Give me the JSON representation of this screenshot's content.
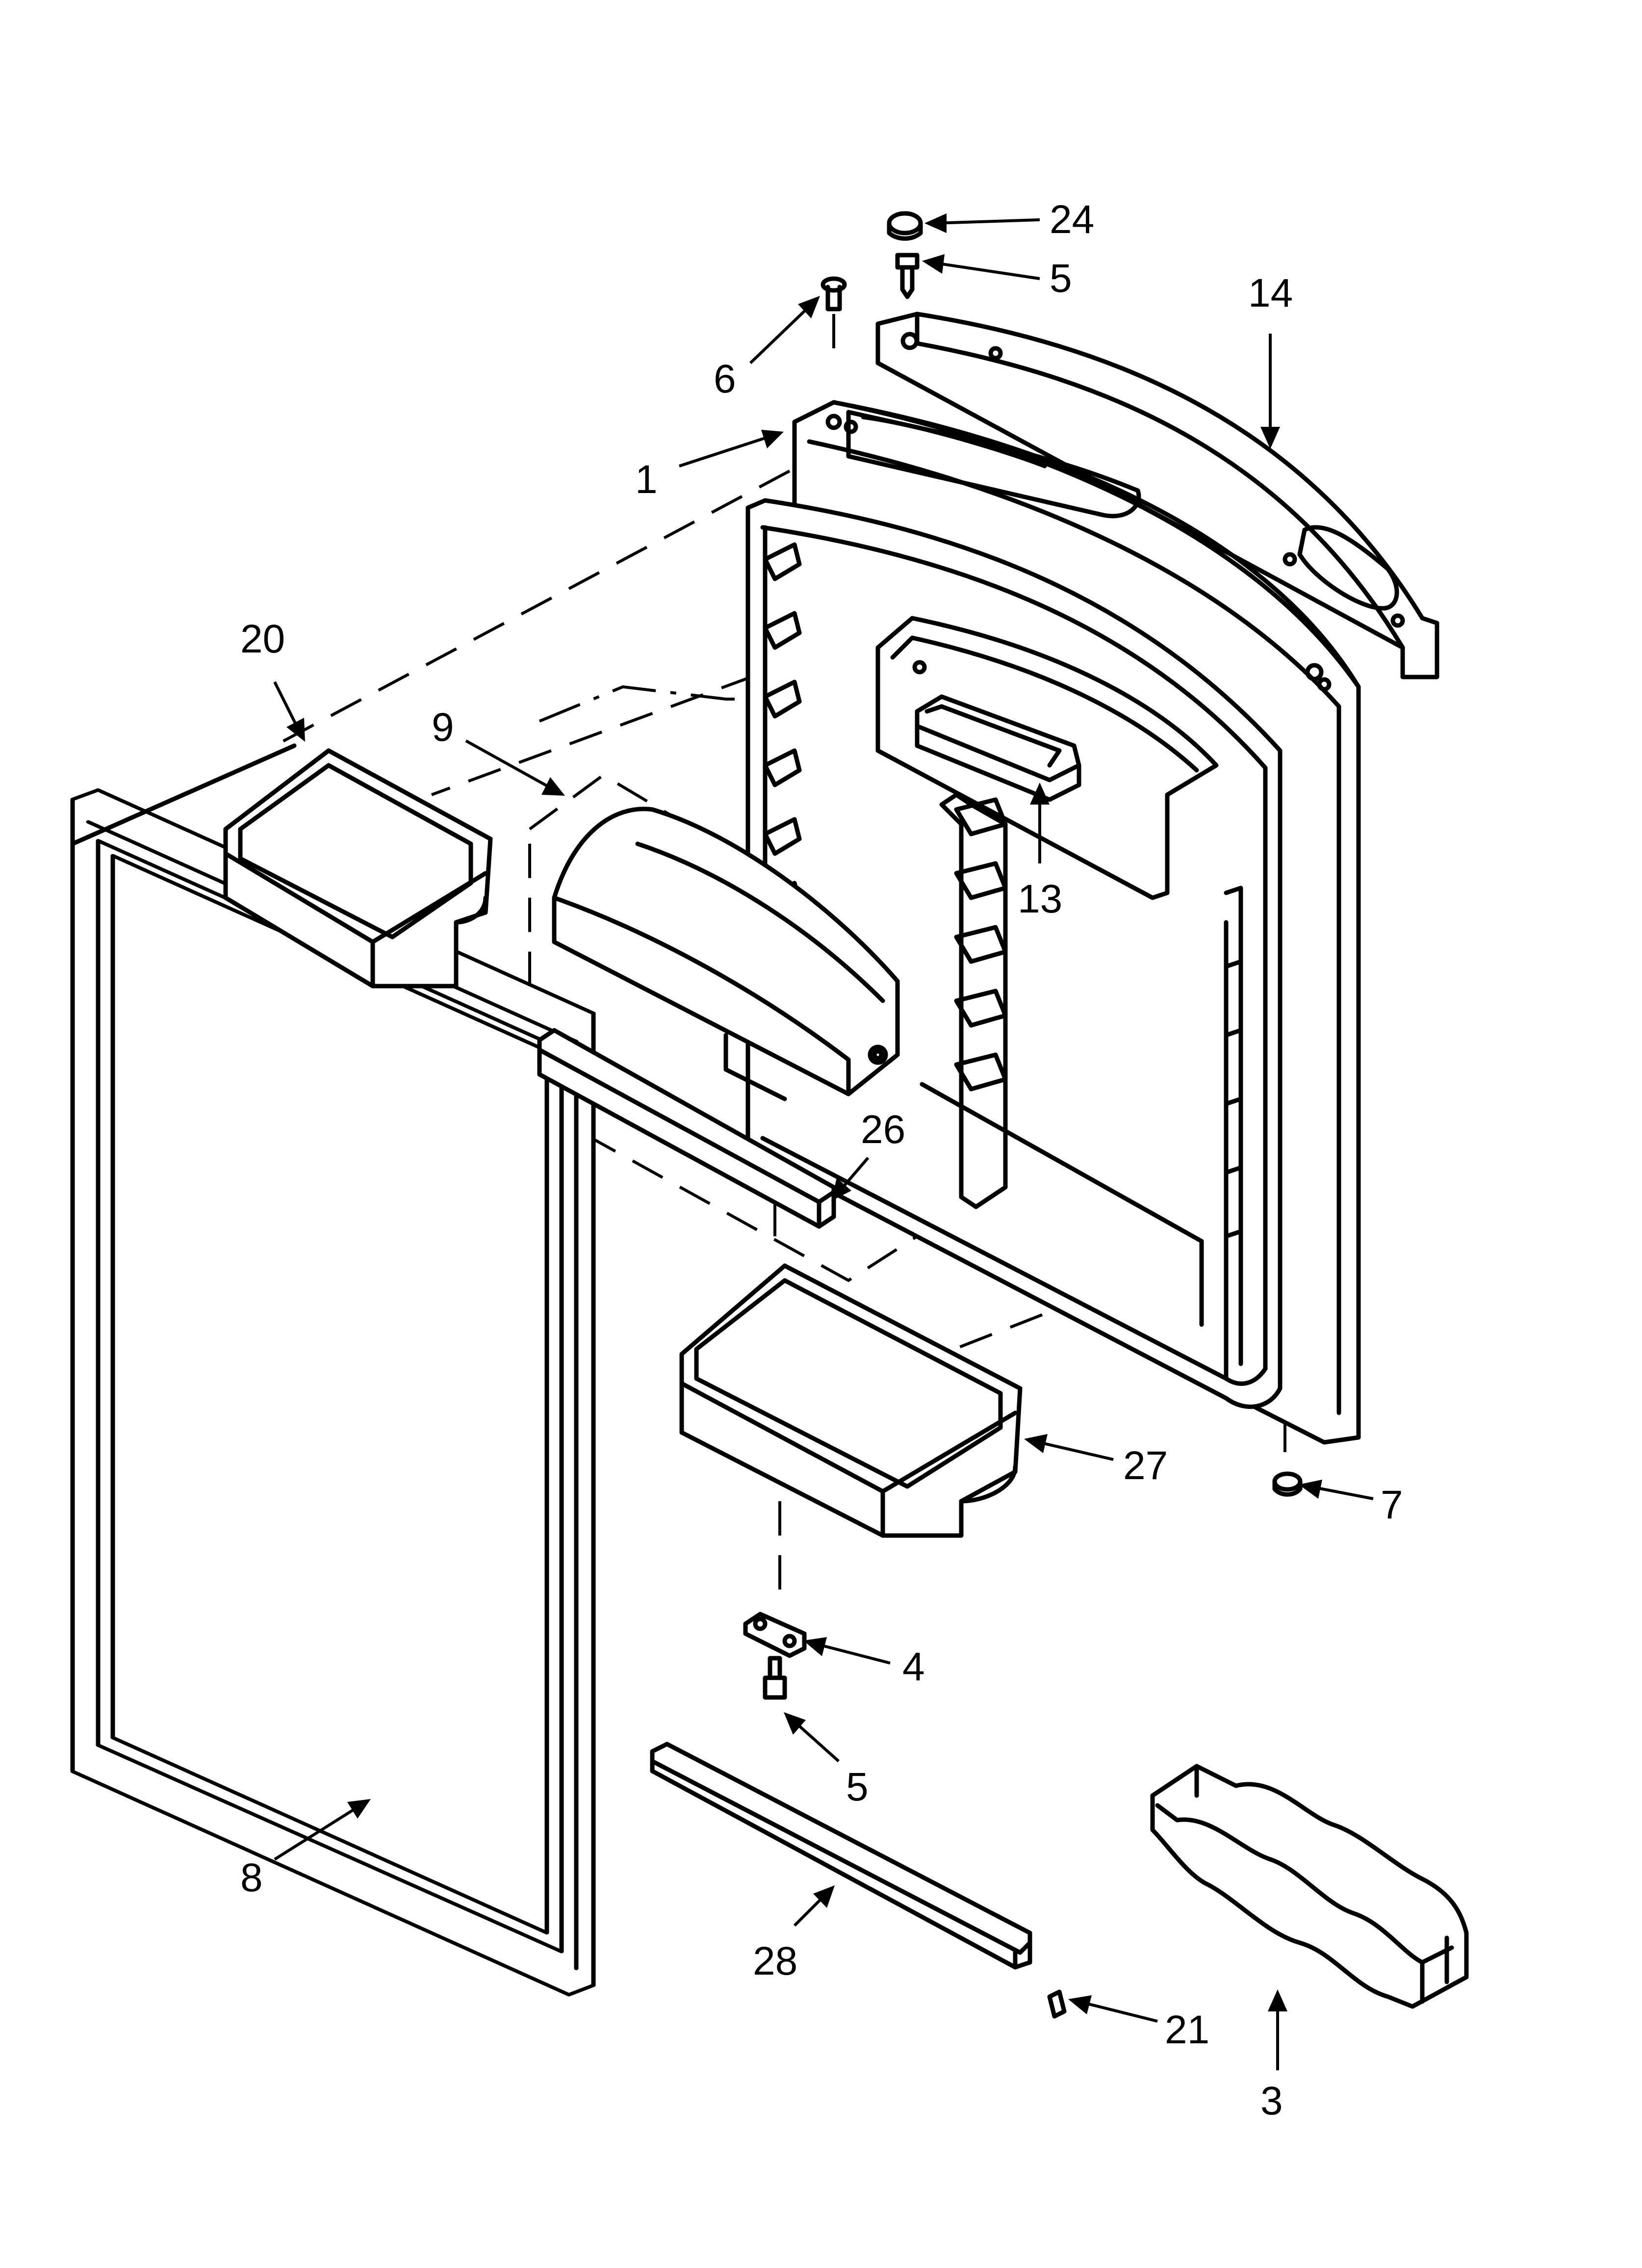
{
  "diagram": {
    "callouts": [
      {
        "id": "c24",
        "label": "24"
      },
      {
        "id": "c5a",
        "label": "5"
      },
      {
        "id": "c14",
        "label": "14"
      },
      {
        "id": "c6",
        "label": "6"
      },
      {
        "id": "c1",
        "label": "1"
      },
      {
        "id": "c20",
        "label": "20"
      },
      {
        "id": "c9",
        "label": "9"
      },
      {
        "id": "c13",
        "label": "13"
      },
      {
        "id": "c26",
        "label": "26"
      },
      {
        "id": "c27",
        "label": "27"
      },
      {
        "id": "c7",
        "label": "7"
      },
      {
        "id": "c4",
        "label": "4"
      },
      {
        "id": "c5b",
        "label": "5"
      },
      {
        "id": "c8",
        "label": "8"
      },
      {
        "id": "c28",
        "label": "28"
      },
      {
        "id": "c21",
        "label": "21"
      },
      {
        "id": "c3",
        "label": "3"
      }
    ],
    "colors": {
      "ink": "#000000",
      "paper": "#ffffff"
    }
  }
}
